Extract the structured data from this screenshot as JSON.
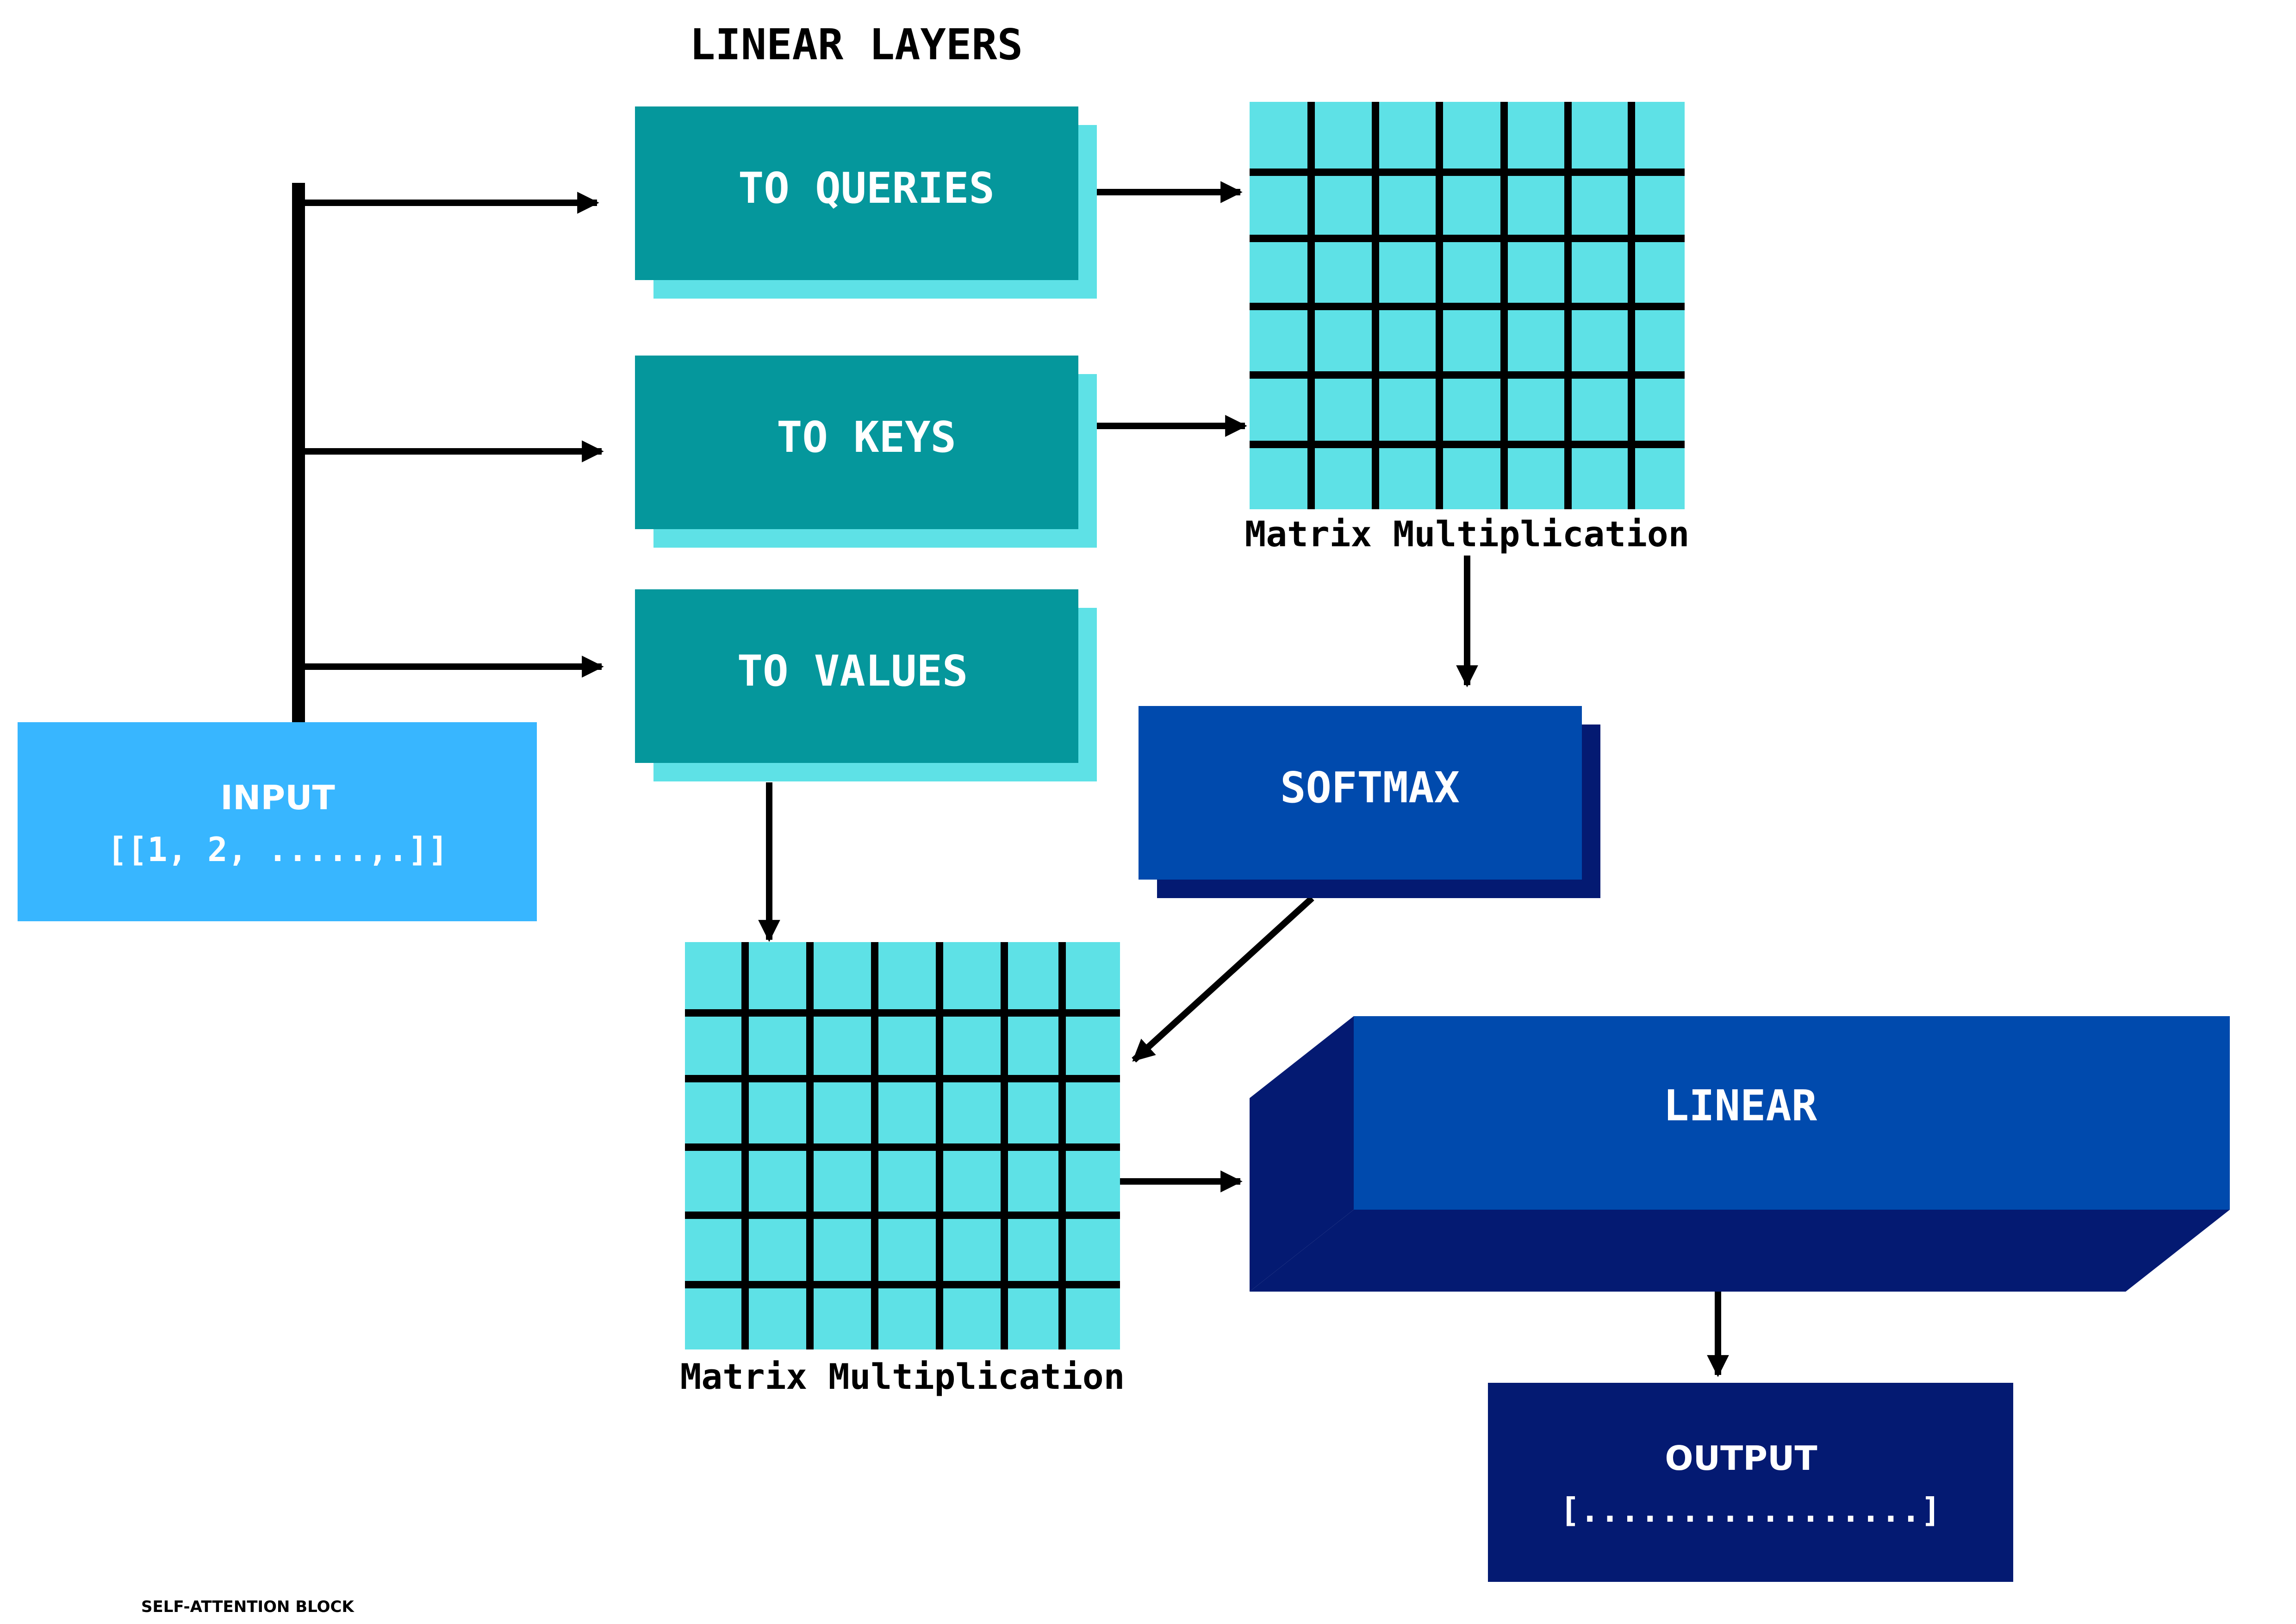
{
  "title": "LINEAR LAYERS",
  "nodes": {
    "input": {
      "label": "INPUT",
      "value": "[[1, 2, .....,.]]"
    },
    "to_queries": {
      "label": "TO QUERIES"
    },
    "to_keys": {
      "label": "TO KEYS"
    },
    "to_values": {
      "label": "TO VALUES"
    },
    "matmul_top": {
      "label": "Matrix Multiplication"
    },
    "softmax": {
      "label": "SOFTMAX"
    },
    "matmul_bottom": {
      "label": "Matrix Multiplication"
    },
    "linear": {
      "label": "LINEAR"
    },
    "output": {
      "label": "OUTPUT",
      "value": "[.................]"
    }
  },
  "footer": {
    "caption": "SELF-ATTENTION BLOCK"
  },
  "colors": {
    "teal_box": "#05979c",
    "teal_shadow": "#5ee1e6",
    "grid_fill": "#5ee1e6",
    "grid_line": "#000000",
    "input_box": "#38b6ff",
    "blue_box": "#004aad",
    "navy": "#041a72",
    "arrow": "#000000",
    "text_light": "#ffffff",
    "text_dark": "#000000"
  }
}
